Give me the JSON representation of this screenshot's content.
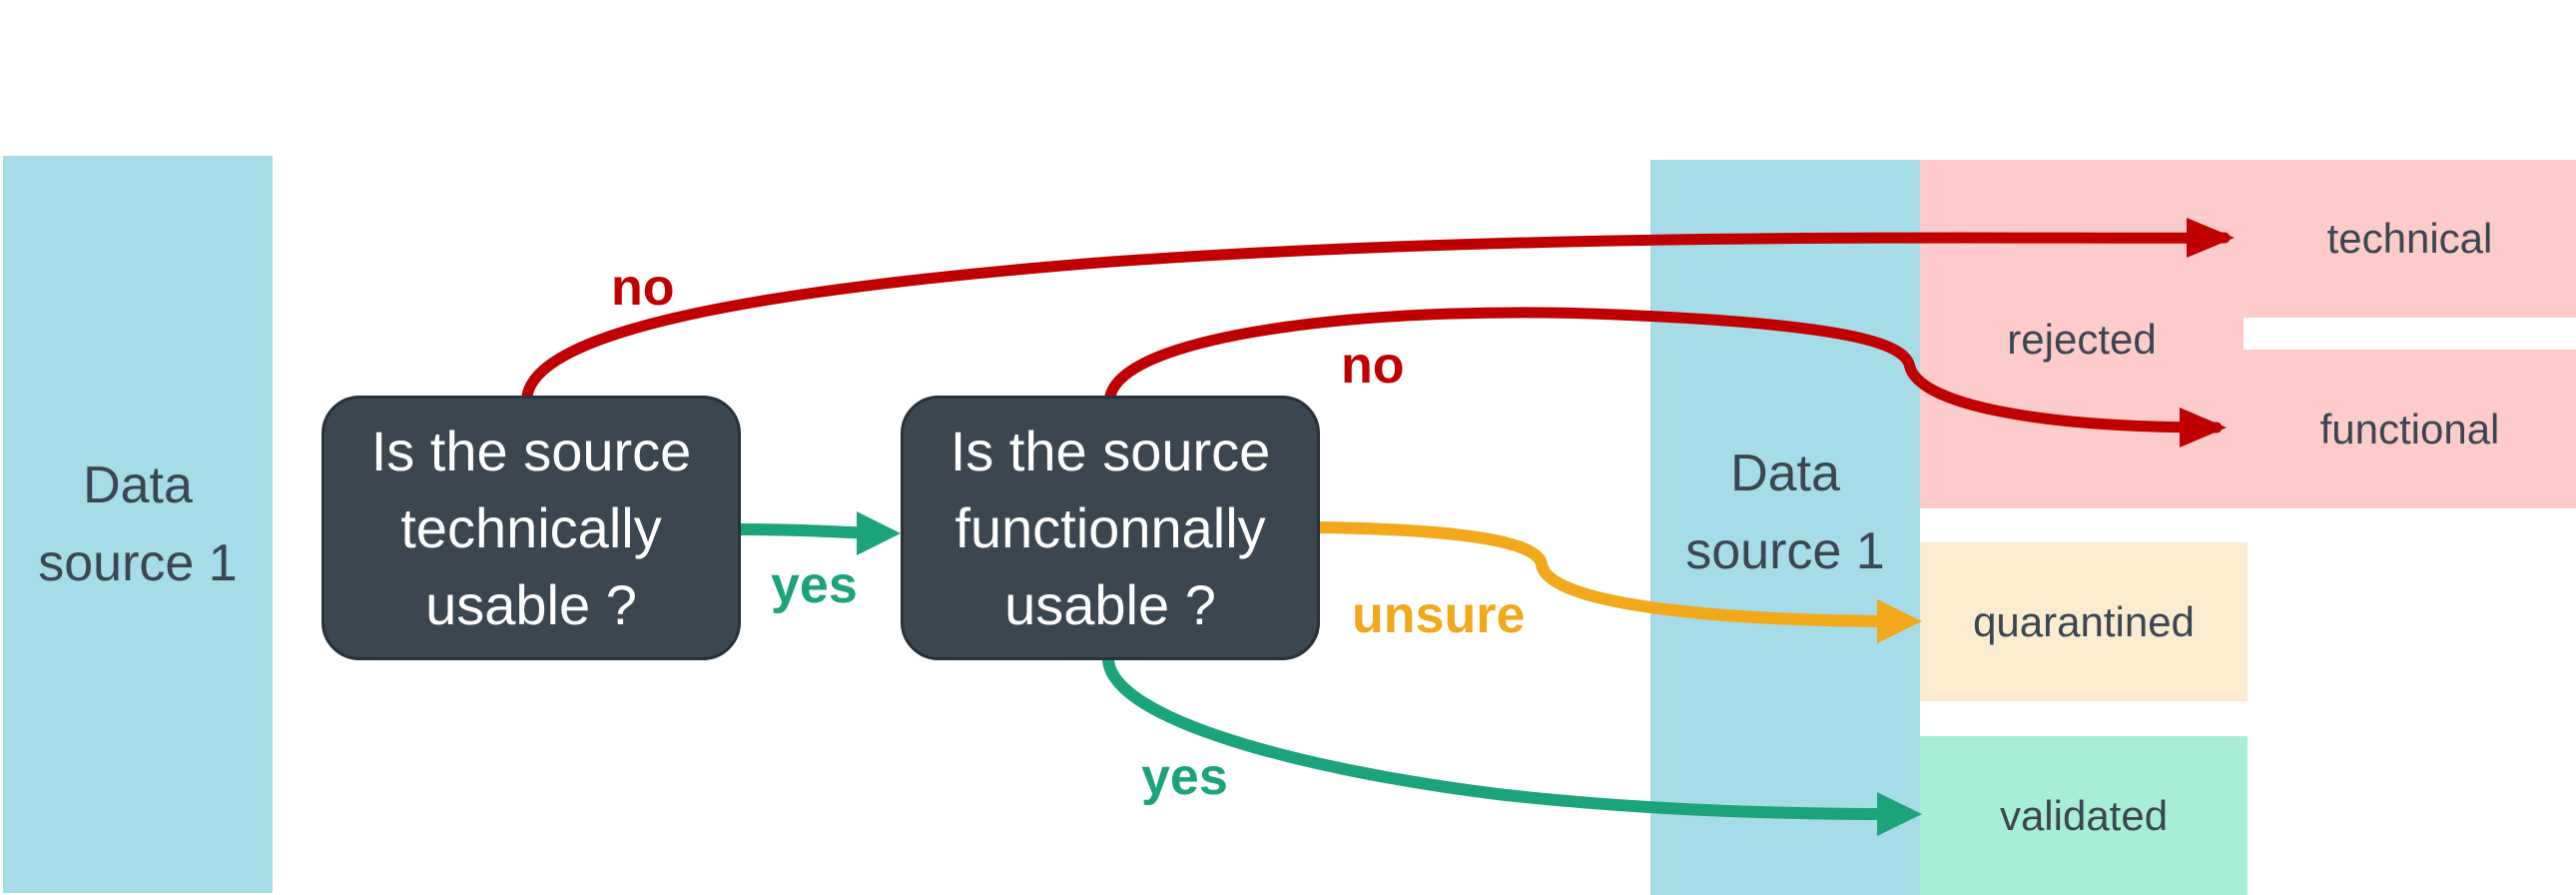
{
  "sources": {
    "left": {
      "line1": "Data",
      "line2": "source 1"
    },
    "right": {
      "line1": "Data",
      "line2": "source 1"
    }
  },
  "questions": {
    "technical": {
      "line1": "Is the source",
      "line2": "technically",
      "line3": "usable ?"
    },
    "functional": {
      "line1": "Is the source",
      "line2": "functionnally",
      "line3": "usable ?"
    }
  },
  "outcomes": {
    "technical": "technical",
    "rejected": "rejected",
    "functional": "functional",
    "quarantined": "quarantined",
    "validated": "validated"
  },
  "edge_labels": {
    "no_technical": "no",
    "no_functional": "no",
    "yes_technical": "yes",
    "unsure": "unsure",
    "yes_functional": "yes"
  },
  "colors": {
    "source_bg": "#a6dce8",
    "question_bg": "#3b4650",
    "rejected_bg": "#fdcbca",
    "quarantined_bg": "#fbebcf",
    "validated_bg": "#a8eed6",
    "no": "#c00000",
    "yes": "#1ba37b",
    "unsure": "#f2a81b"
  }
}
